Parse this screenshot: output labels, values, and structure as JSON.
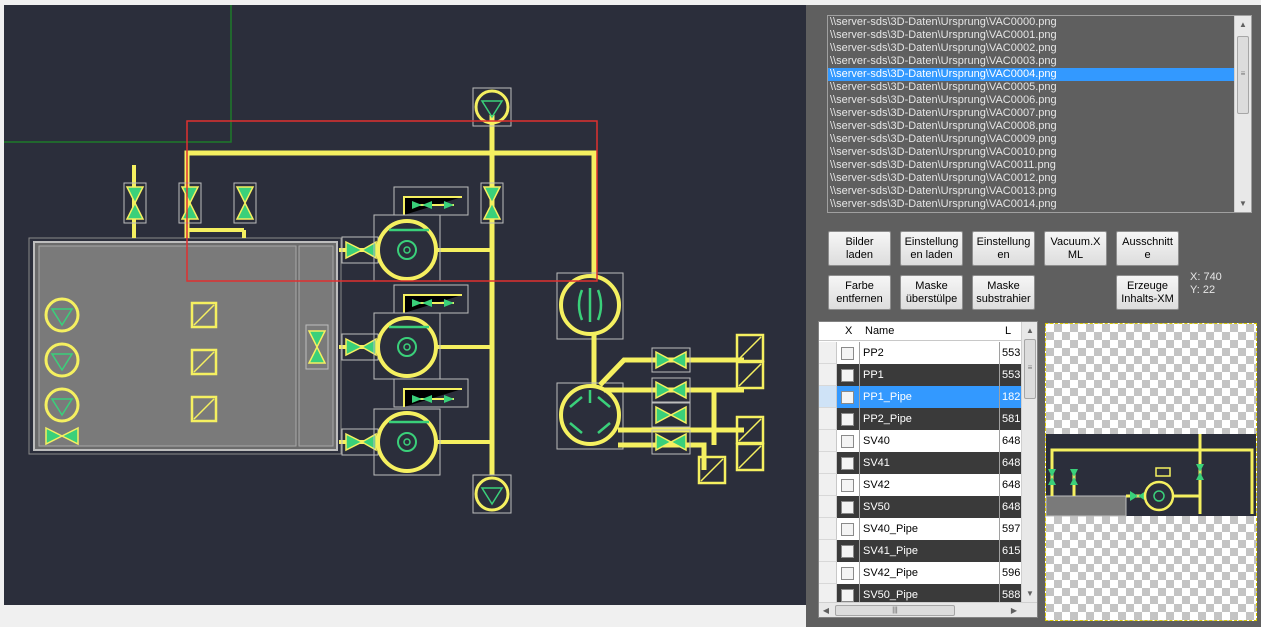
{
  "file_list": {
    "items": [
      "\\\\server-sds\\3D-Daten\\Ursprung\\VAC0000.png",
      "\\\\server-sds\\3D-Daten\\Ursprung\\VAC0001.png",
      "\\\\server-sds\\3D-Daten\\Ursprung\\VAC0002.png",
      "\\\\server-sds\\3D-Daten\\Ursprung\\VAC0003.png",
      "\\\\server-sds\\3D-Daten\\Ursprung\\VAC0004.png",
      "\\\\server-sds\\3D-Daten\\Ursprung\\VAC0005.png",
      "\\\\server-sds\\3D-Daten\\Ursprung\\VAC0006.png",
      "\\\\server-sds\\3D-Daten\\Ursprung\\VAC0007.png",
      "\\\\server-sds\\3D-Daten\\Ursprung\\VAC0008.png",
      "\\\\server-sds\\3D-Daten\\Ursprung\\VAC0009.png",
      "\\\\server-sds\\3D-Daten\\Ursprung\\VAC0010.png",
      "\\\\server-sds\\3D-Daten\\Ursprung\\VAC0011.png",
      "\\\\server-sds\\3D-Daten\\Ursprung\\VAC0012.png",
      "\\\\server-sds\\3D-Daten\\Ursprung\\VAC0013.png",
      "\\\\server-sds\\3D-Daten\\Ursprung\\VAC0014.png"
    ],
    "selected_index": 4
  },
  "buttons": {
    "bilder_laden": "Bilder laden",
    "einstellungen_laden": "Einstellung en laden",
    "einstellungen": "Einstellung en",
    "vacuum_xml": "Vacuum.X ML",
    "ausschnitt": "Ausschnitt e",
    "farbe_entfernen": "Farbe entfernen",
    "maske_ueberstuelpe": "Maske überstülpe",
    "maske_substrahier": "Maske substrahier",
    "erzeuge_inhalts_xml": "Erzeuge Inhalts-XM"
  },
  "coords": {
    "x": "X: 740",
    "y": "Y: 22"
  },
  "grid": {
    "columns": {
      "check": "X",
      "name": "Name",
      "l": "L"
    },
    "rows": [
      {
        "name": "PP2",
        "l": "553",
        "style": "light"
      },
      {
        "name": "PP1",
        "l": "553",
        "style": "dark"
      },
      {
        "name": "PP1_Pipe",
        "l": "182",
        "style": "selected"
      },
      {
        "name": "PP2_Pipe",
        "l": "581",
        "style": "dark"
      },
      {
        "name": "SV40",
        "l": "648",
        "style": "light"
      },
      {
        "name": "SV41",
        "l": "648",
        "style": "dark"
      },
      {
        "name": "SV42",
        "l": "648",
        "style": "light"
      },
      {
        "name": "SV50",
        "l": "648",
        "style": "dark"
      },
      {
        "name": "SV40_Pipe",
        "l": "597",
        "style": "light"
      },
      {
        "name": "SV41_Pipe",
        "l": "615",
        "style": "dark"
      },
      {
        "name": "SV42_Pipe",
        "l": "596",
        "style": "light"
      },
      {
        "name": "SV50_Pipe",
        "l": "588",
        "style": "dark"
      }
    ]
  },
  "icons": {
    "scroll_up": "▲",
    "scroll_down": "▼",
    "scroll_left": "◀",
    "scroll_right": "▶",
    "thumb_grip": "|||",
    "list_grip": "≡"
  },
  "colors": {
    "canvas_bg": "#2b2e3b",
    "pipe_yellow": "#f5f060",
    "valve_green": "#3ad07a",
    "selection_red": "#e03030",
    "selection_green": "#1e7a2a",
    "highlight_blue": "#3399ff"
  }
}
